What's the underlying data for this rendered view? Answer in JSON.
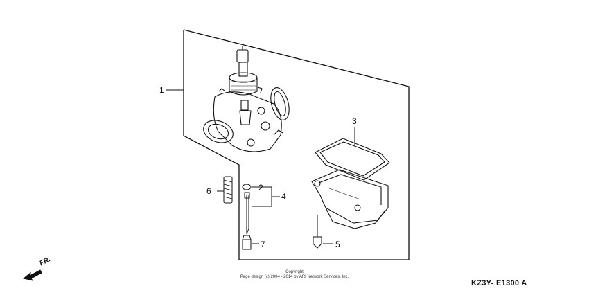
{
  "diagram": {
    "callouts": {
      "c1": "1",
      "c2": "2",
      "c3": "3",
      "c4": "4",
      "c5": "5",
      "c6": "6",
      "c7": "7"
    },
    "direction_label": "FR.",
    "copyright_line1": "Copyright",
    "copyright_line2": "Page design (c) 2004 - 2014 by ARI Network Services, Inc.",
    "diagram_code": "KZ3Y- E1300 A"
  }
}
